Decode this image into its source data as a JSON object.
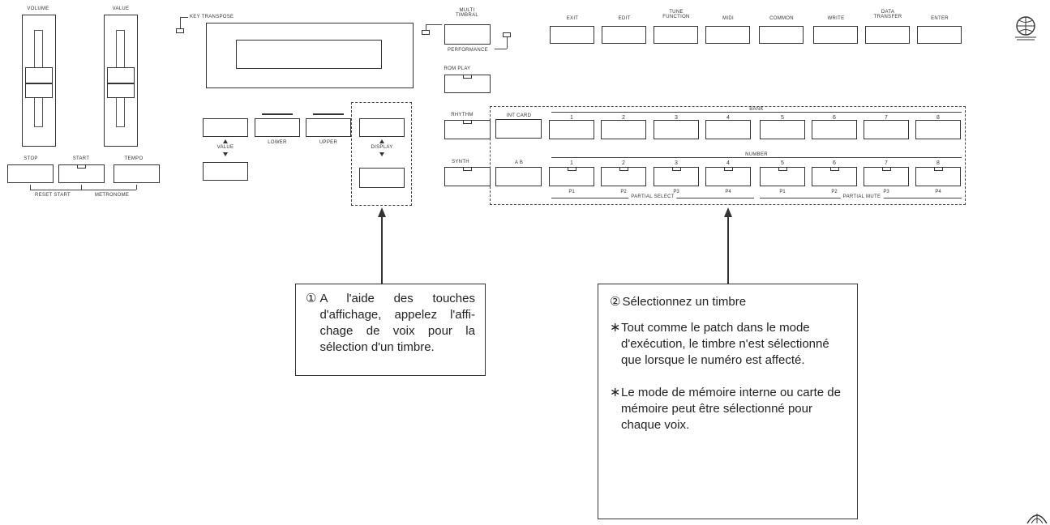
{
  "panel": {
    "volume_label": "VOLUME",
    "value_label": "VALUE",
    "key_transpose_label": "KEY TRANSPOSE",
    "multi_timbral_label": "MULTI TIMBRAL",
    "performance_label": "PERFORMANCE",
    "rom_play_label": "ROM PLAY",
    "rhythm_label": "RHYTHM",
    "synth_label": "SYNTH",
    "top_buttons": [
      "EXIT",
      "EDIT",
      "TUNE FUNCTION",
      "MIDI",
      "COMMON",
      "WRITE",
      "DATA TRANSFER",
      "ENTER"
    ],
    "stop_label": "STOP",
    "start_label": "START",
    "tempo_label": "TEMPO",
    "reset_start_label": "RESET START",
    "metronome_label": "METRONOME",
    "value_btn_label": "VALUE",
    "lower_label": "LOWER",
    "upper_label": "UPPER",
    "display_label": "DISPLAY",
    "int_card_label": "INT CARD",
    "ab_label": "A  B",
    "bank_label": "BANK",
    "number_label": "NUMBER",
    "bank_numbers": [
      "1",
      "2",
      "3",
      "4",
      "5",
      "6",
      "7",
      "8"
    ],
    "number_numbers": [
      "1",
      "2",
      "3",
      "4",
      "5",
      "6",
      "7",
      "8"
    ],
    "partial_left": [
      "P1",
      "P2",
      "P3",
      "P4"
    ],
    "partial_right": [
      "P1",
      "P2",
      "P3",
      "P4"
    ],
    "partial_select_label": "PARTIAL SELECT",
    "partial_mute_label": "PARTIAL MUTE"
  },
  "callout1": {
    "marker": "①",
    "text": "A l'aide des touches d'affichage, appelez l'affi-chage de voix pour la sélection d'un timbre."
  },
  "callout2": {
    "marker": "②",
    "title": "Sélectionnez un timbre",
    "bullet1": "Tout comme le patch dans le mode d'exécution, le timbre n'est sélectionné que lorsque le numéro est affecté.",
    "bullet2": "Le mode de mémoire interne ou carte de mémoire peut être sélectionné pour chaque voix.",
    "bullet_symbol": "∗"
  }
}
